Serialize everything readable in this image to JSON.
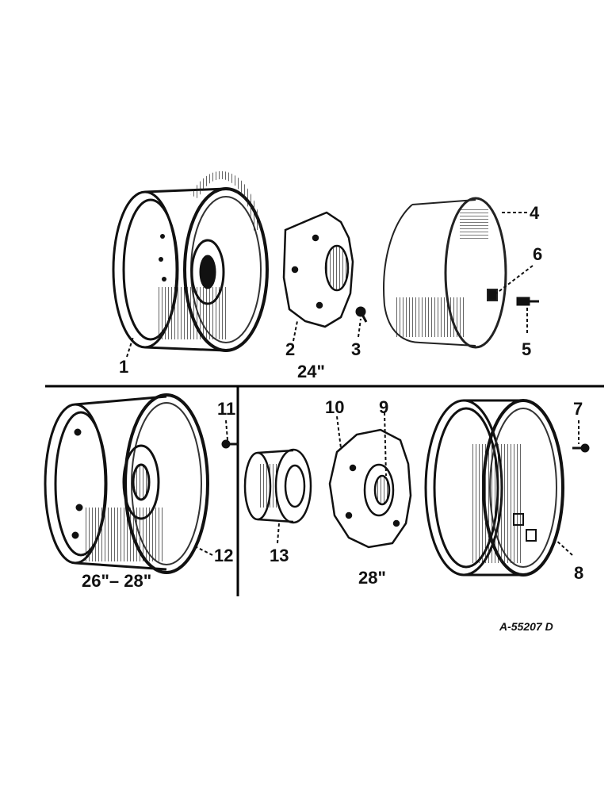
{
  "diagram": {
    "callouts": {
      "c1": "1",
      "c2": "2",
      "c3": "3",
      "c4": "4",
      "c5": "5",
      "c6": "6",
      "c7": "7",
      "c8": "8",
      "c9": "9",
      "c10": "10",
      "c11": "11",
      "c12": "12",
      "c13": "13"
    },
    "captions": {
      "top": "24\"",
      "bottom_left": "26\"– 28\"",
      "bottom_mid": "28\""
    },
    "reference_code": "A-55207 D"
  }
}
